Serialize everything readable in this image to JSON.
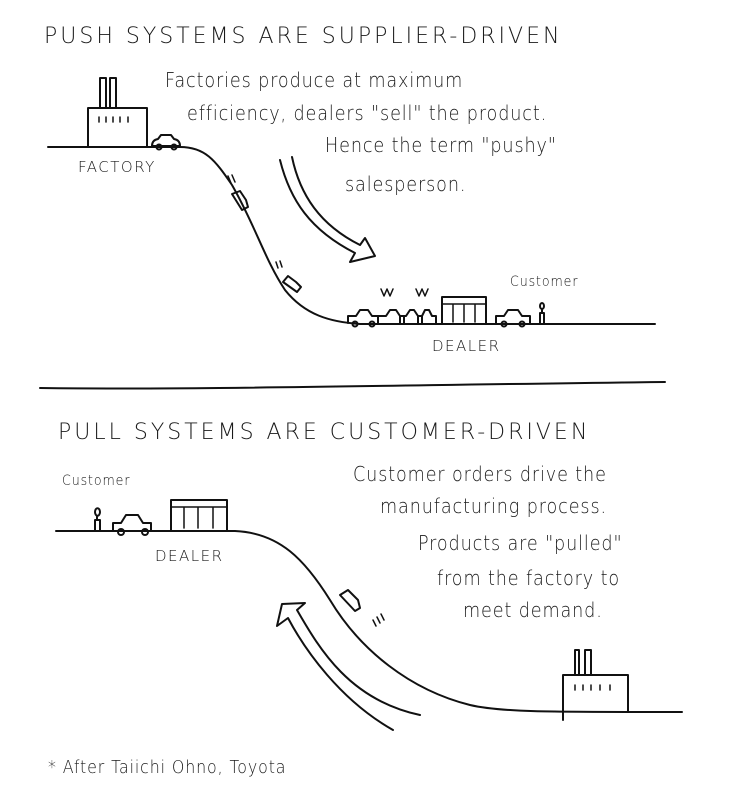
{
  "push": {
    "heading": "PUSH SYSTEMS ARE SUPPLIER-DRIVEN",
    "lines": [
      "Factories produce at maximum",
      "efficiency, dealers \"sell\" the product.",
      "Hence the term \"pushy\"",
      "salesperson."
    ],
    "factory_label": "FACTORY",
    "dealer_label": "DEALER",
    "customer_label": "Customer"
  },
  "pull": {
    "heading": "PULL SYSTEMS ARE CUSTOMER-DRIVEN",
    "lines": [
      "Customer orders drive the",
      "manufacturing process.",
      "Products are \"pulled\"",
      "from the factory to",
      "meet demand."
    ],
    "dealer_label": "DEALER",
    "customer_label": "Customer"
  },
  "footnote": "* After Taiichi Ohno, Toyota"
}
